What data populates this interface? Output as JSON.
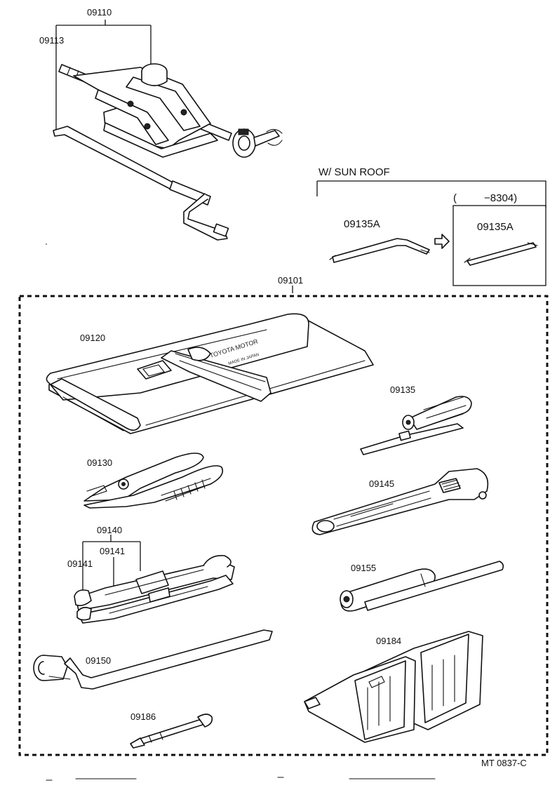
{
  "parts": {
    "p09110": "09110",
    "p09113": "09113",
    "p09135A_main": "09135A",
    "p09135A_alt": "09135A",
    "p09101": "09101",
    "p09120": "09120",
    "p09135": "09135",
    "p09130": "09130",
    "p09145": "09145",
    "p09140": "09140",
    "p09141_a": "09141",
    "p09141_b": "09141",
    "p09155": "09155",
    "p09150": "09150",
    "p09184": "09184",
    "p09186": "09186"
  },
  "sunroof": {
    "title": "W/ SUN  ROOF",
    "range_open": "(",
    "range_value": "−8304)"
  },
  "bag_text": {
    "brand": "TOYOTA MOTOR",
    "origin": "MADE IN JAPAN"
  },
  "ref_code": "MT  0837-C"
}
